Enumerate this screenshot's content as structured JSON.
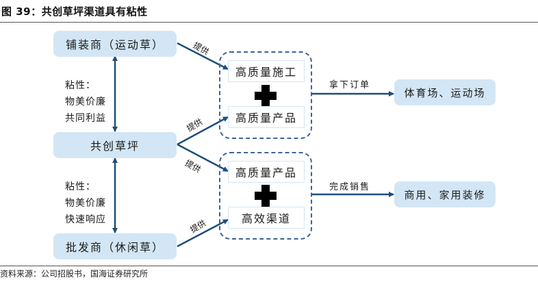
{
  "figure": {
    "title": "图 39：共创草坪渠道具有粘性",
    "source": "资料来源：公司招股书，国海证券研究所"
  },
  "colors": {
    "node_fill": "#d3e6f5",
    "arrow": "#1f4e79",
    "dashed_border": "#3e6296"
  },
  "nodes": {
    "installer": "铺装商（运动草）",
    "company": "共创草坪",
    "wholesaler": "批发商（休闲草）",
    "sports_venues": "体育场、运动场",
    "commercial_home": "商用、家用装修"
  },
  "notes": {
    "upper": [
      "粘性：",
      "物美价廉",
      "共同利益"
    ],
    "lower": [
      "粘性：",
      "物美价廉",
      "快速响应"
    ]
  },
  "groups": {
    "upper": {
      "item1": "高质量施工",
      "item2": "高质量产品"
    },
    "lower": {
      "item1": "高质量产品",
      "item2": "高效渠道"
    }
  },
  "edge_labels": {
    "provide": "提供",
    "win_orders": "拿下订单",
    "complete_sales": "完成销售"
  }
}
